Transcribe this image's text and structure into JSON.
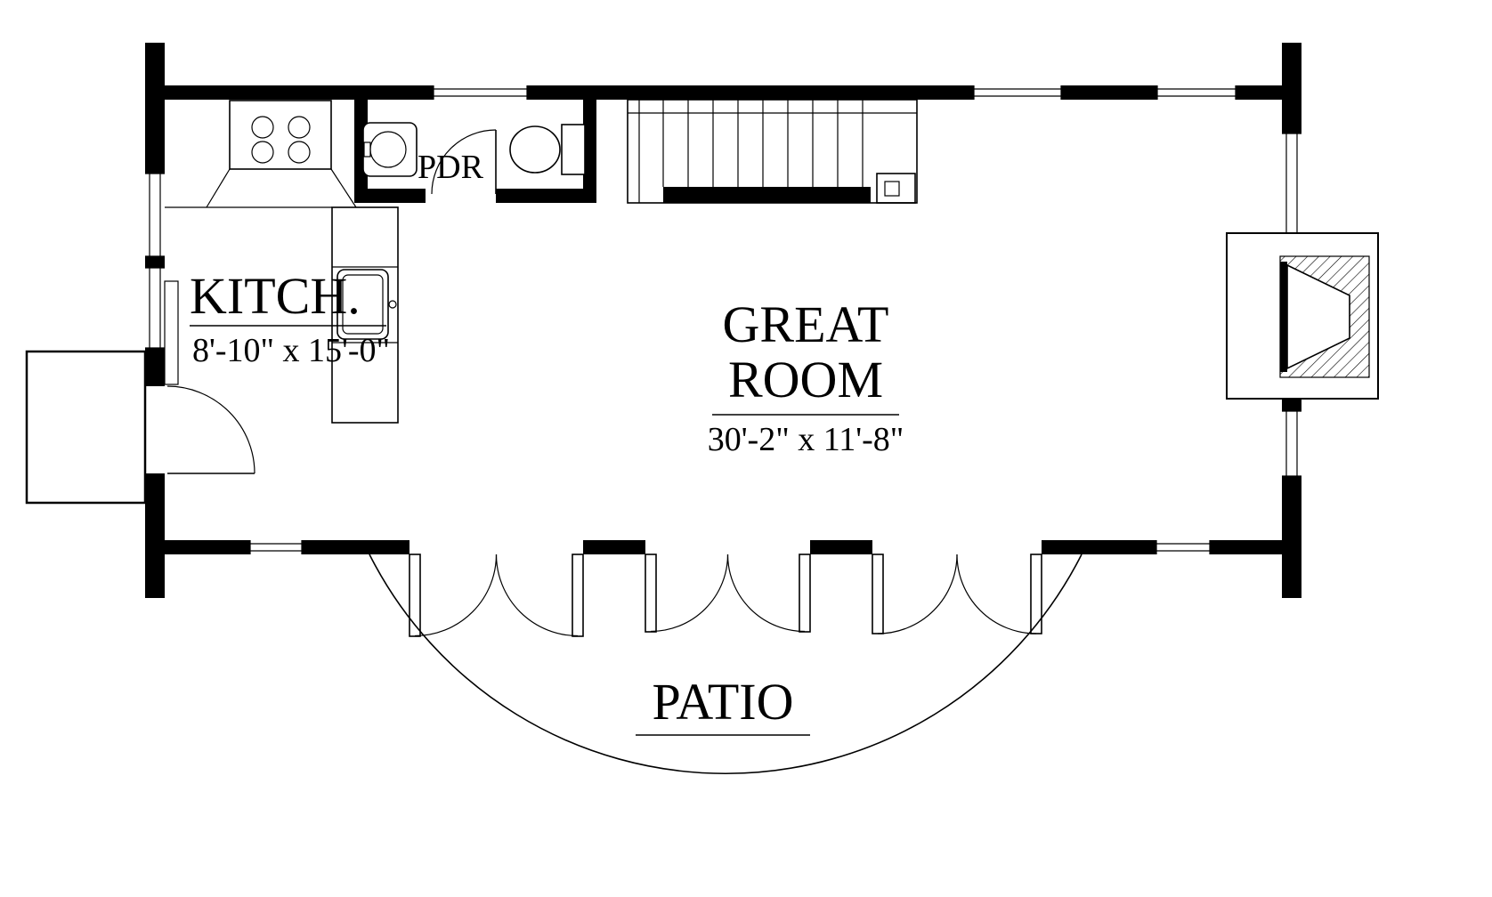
{
  "rooms": {
    "kitchen": {
      "name": "KITCH.",
      "dimensions": "8'-10\" x 15'-0\""
    },
    "powder_room": {
      "name": "PDR"
    },
    "great_room": {
      "name_line1": "GREAT",
      "name_line2": "ROOM",
      "dimensions": "30'-2\" x 11'-8\""
    },
    "patio": {
      "name": "PATIO"
    }
  },
  "fixtures": [
    "range-cooktop",
    "kitchen-island-sink",
    "powder-sink",
    "toilet",
    "staircase",
    "fireplace",
    "french-patio-doors",
    "side-entry-door",
    "entry-stoop"
  ],
  "colors": {
    "line": "#000000",
    "background": "#ffffff"
  }
}
